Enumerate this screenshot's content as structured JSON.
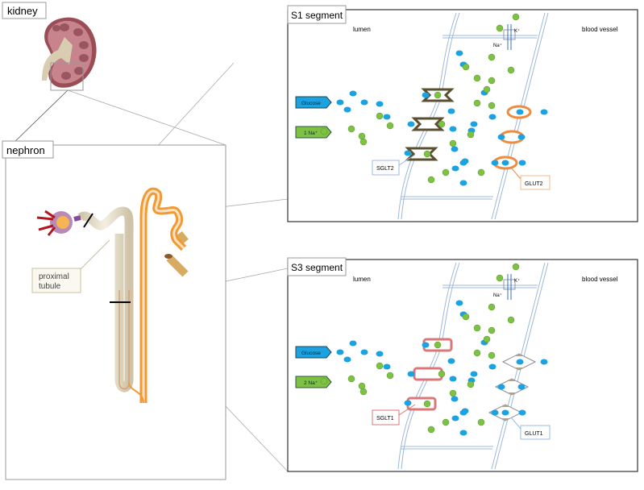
{
  "labels": {
    "kidney": "kidney",
    "nephron": "nephron",
    "proximal_tubule_line1": "proximal",
    "proximal_tubule_line2": "tubule"
  },
  "s1": {
    "title": "S1 segment",
    "lumen": "lumen",
    "blood_vessel": "blood vessel",
    "glucose": "Glucose",
    "sodium": "1 Na⁺",
    "na": "Na⁺",
    "k": "K⁺",
    "apical_transporter": "SGLT2",
    "basolateral_transporter": "GLUT2"
  },
  "s3": {
    "title": "S3 segment",
    "lumen": "lumen",
    "blood_vessel": "blood vessel",
    "glucose": "Glucose",
    "sodium": "2 Na⁺",
    "na": "Na⁺",
    "k": "K⁺",
    "apical_transporter": "SGLT1",
    "basolateral_transporter": "GLUT1"
  },
  "colors": {
    "glucose": "#1aa3e0",
    "sodium": "#7dc242",
    "sglt2": "#5a5030",
    "glut2": "#f08a3c",
    "sglt1": "#d9777a",
    "glut1": "#b0a68a",
    "membrane": "#9db8da"
  }
}
